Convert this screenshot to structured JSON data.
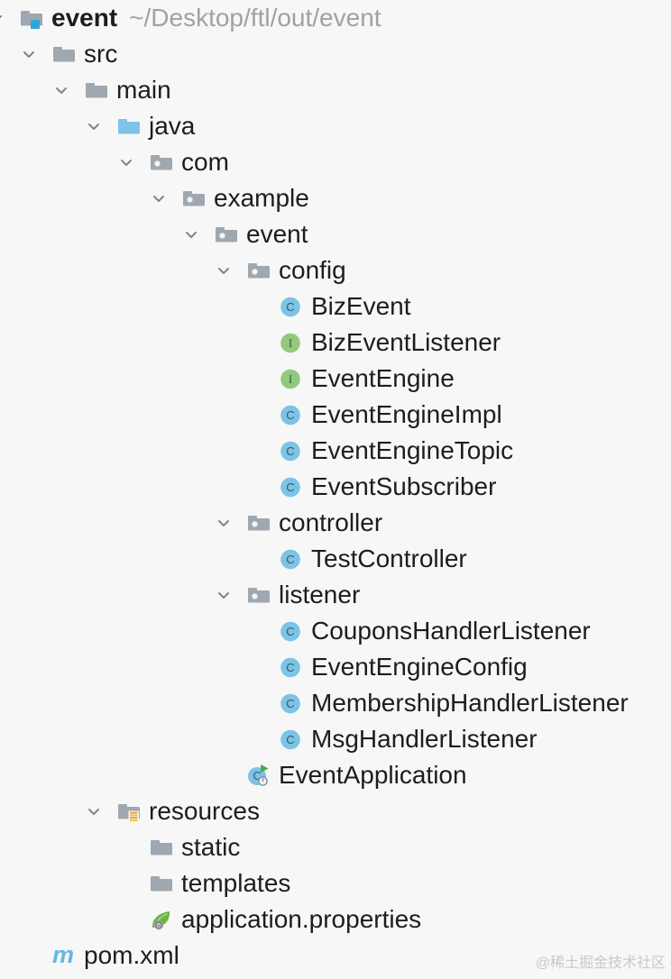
{
  "project": {
    "root_name": "event",
    "root_path": "~/Desktop/ftl/out/event"
  },
  "watermark": "@稀土掘金技术社区",
  "colors": {
    "background": "#F7F7F8",
    "label_text": "#1B1D1F",
    "path_text": "#9EA1A6",
    "chevron_gray": "#7E868C",
    "folder_gray": "#9FA8B0",
    "source_folder_blue": "#7EC3E8",
    "project_badge_blue": "#2EA7D8",
    "resources_badge_orange": "#E8A33D",
    "resources_badge_light": "#F2C14E",
    "class_circle_blue": "#7CC3E4",
    "class_letter": "#36576B",
    "interface_circle_green": "#92C97E",
    "interface_letter": "#3E5B35",
    "run_triangle_green": "#4DA64B",
    "spring_leaf_green": "#6DB33F",
    "maven_blue": "#66B7E5",
    "watermark_gray": "#C8C8CC"
  },
  "tree": [
    {
      "label": "event",
      "level": 0,
      "icon": "folder-root",
      "chevron": true,
      "bold": true,
      "suffix": "~/Desktop/ftl/out/event"
    },
    {
      "label": "src",
      "level": 1,
      "icon": "folder",
      "chevron": true
    },
    {
      "label": "main",
      "level": 2,
      "icon": "folder",
      "chevron": true
    },
    {
      "label": "java",
      "level": 3,
      "icon": "folder-source",
      "chevron": true
    },
    {
      "label": "com",
      "level": 4,
      "icon": "folder-package",
      "chevron": true
    },
    {
      "label": "example",
      "level": 5,
      "icon": "folder-package",
      "chevron": true
    },
    {
      "label": "event",
      "level": 6,
      "icon": "folder-package",
      "chevron": true
    },
    {
      "label": "config",
      "level": 7,
      "icon": "folder-package",
      "chevron": true
    },
    {
      "label": "BizEvent",
      "level": 8,
      "icon": "class",
      "chevron": false
    },
    {
      "label": "BizEventListener",
      "level": 8,
      "icon": "interface",
      "chevron": false
    },
    {
      "label": "EventEngine",
      "level": 8,
      "icon": "interface",
      "chevron": false
    },
    {
      "label": "EventEngineImpl",
      "level": 8,
      "icon": "class",
      "chevron": false
    },
    {
      "label": "EventEngineTopic",
      "level": 8,
      "icon": "class",
      "chevron": false
    },
    {
      "label": "EventSubscriber",
      "level": 8,
      "icon": "class",
      "chevron": false
    },
    {
      "label": "controller",
      "level": 7,
      "icon": "folder-package",
      "chevron": true
    },
    {
      "label": "TestController",
      "level": 8,
      "icon": "class",
      "chevron": false
    },
    {
      "label": "listener",
      "level": 7,
      "icon": "folder-package",
      "chevron": true
    },
    {
      "label": "CouponsHandlerListener",
      "level": 8,
      "icon": "class",
      "chevron": false
    },
    {
      "label": "EventEngineConfig",
      "level": 8,
      "icon": "class",
      "chevron": false
    },
    {
      "label": "MembershipHandlerListener",
      "level": 8,
      "icon": "class",
      "chevron": false
    },
    {
      "label": "MsgHandlerListener",
      "level": 8,
      "icon": "class",
      "chevron": false
    },
    {
      "label": "EventApplication",
      "level": 7,
      "icon": "class-main",
      "chevron": false
    },
    {
      "label": "resources",
      "level": 3,
      "icon": "folder-resources",
      "chevron": true
    },
    {
      "label": "static",
      "level": 4,
      "icon": "folder",
      "chevron": false
    },
    {
      "label": "templates",
      "level": 4,
      "icon": "folder",
      "chevron": false
    },
    {
      "label": "application.properties",
      "level": 4,
      "icon": "properties-spring",
      "chevron": false
    },
    {
      "label": "pom.xml",
      "level": 1,
      "icon": "maven",
      "chevron": false
    }
  ]
}
